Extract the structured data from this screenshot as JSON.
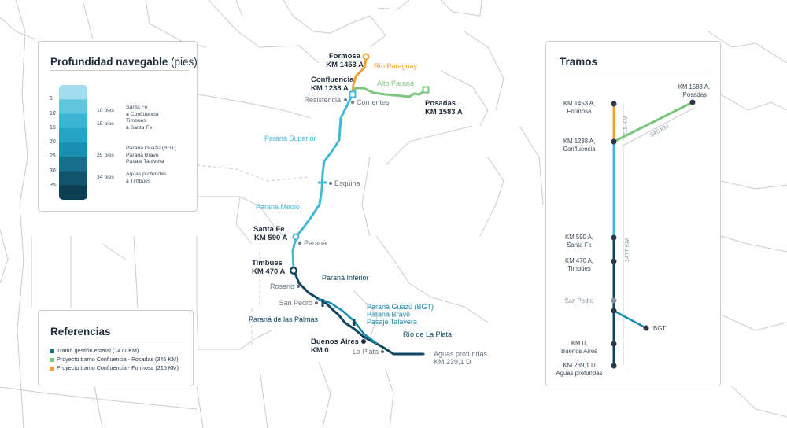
{
  "depth_legend": {
    "title": "Profundidad navegable",
    "title_unit": "(pies)",
    "scale": [
      "5",
      "10",
      "15",
      "20",
      "25",
      "30",
      "35"
    ],
    "colors": [
      "#a3dcec",
      "#5fc6dc",
      "#3cb4d4",
      "#25a4c6",
      "#1a8fb1",
      "#166f8d",
      "#12546d",
      "#0d3f54"
    ],
    "tiers": [
      {
        "depth": "10 pies",
        "lines": [
          "Santa Fe",
          "a Confluencia"
        ]
      },
      {
        "depth": "15 pies",
        "lines": [
          "Timbúes",
          "a Santa Fe"
        ]
      },
      {
        "depth": "25 pies",
        "lines": [
          "Paraná Guazú (BGT)",
          "Paraná Bravo",
          "Pasaje Talavera"
        ]
      },
      {
        "depth": "34 pies",
        "lines": [
          "Aguas profundas",
          "a Timbúes"
        ]
      }
    ]
  },
  "references": {
    "title": "Referencias",
    "items": [
      {
        "label": "Tramo gestión estatal (1477 KM)",
        "color": "#1d6f8f"
      },
      {
        "label": "Proyecto tramo Confluencia - Posadas (345 KM)",
        "color": "#7cc57f"
      },
      {
        "label": "Proyecto tramo Confluencia - Formosa (215 KM)",
        "color": "#f0a030"
      }
    ]
  },
  "map": {
    "colors": {
      "formosa": "#f0a030",
      "posadas": "#7cc57f",
      "superior": "#42b8d8",
      "inferior": "#0f4560",
      "guazu": "#1a8cb0",
      "border": "#c7cbd0"
    },
    "places": {
      "formosa": [
        "Formosa",
        "KM 1453 A"
      ],
      "confluencia": [
        "Confluencia",
        "KM 1238 A"
      ],
      "posadas": [
        "Posadas",
        "KM 1583 A"
      ],
      "santafe": [
        "Santa Fe",
        "KM 590 A"
      ],
      "timbues": [
        "Timbúes",
        "KM 470 A"
      ],
      "buenosaires": [
        "Buenos Aires",
        "KM 0"
      ]
    },
    "rivers": {
      "paraguay": "Río Paraguay",
      "alto": "Alto Paraná",
      "superior": "Paraná Superior",
      "medio": "Paraná Medio",
      "inferior": "Paraná Inferior",
      "guazu": [
        "Paraná Guazú (BGT)",
        "Paraná Bravo",
        "Pasaje Talavera"
      ],
      "palmas": "Paraná de las Palmas",
      "plata": "Río de La Plata"
    },
    "cities": {
      "resistencia": "Resistencia",
      "corrientes": "Corrientes",
      "esquina": "Esquina",
      "parana": "Paraná",
      "rosario": "Rosario",
      "sanpedro": "San Pedro",
      "laplata": "La Plata"
    },
    "deep": [
      "Aguas profundas",
      "KM 239,1 D"
    ]
  },
  "tramos": {
    "title": "Tramos",
    "nodes": {
      "posadas": [
        "KM 1583 A,",
        "Posadas"
      ],
      "formosa": [
        "KM 1453 A,",
        "Formosa"
      ],
      "confluencia": [
        "KM 1238 A,",
        "Confluencia"
      ],
      "santafe": [
        "KM 590 A,",
        "Santa Fe"
      ],
      "timbues": [
        "KM 470 A,",
        "Timbúes"
      ],
      "sanpedro": [
        "San Pedro"
      ],
      "bgt": [
        "BGT"
      ],
      "buenosaires": [
        "KM 0,",
        "Buenos Aires"
      ],
      "deep": [
        "KM 239,1 D",
        "Aguas profundas"
      ]
    },
    "distances": {
      "formosa": "215 KM",
      "posadas": "345 KM",
      "main": "1477 KM"
    }
  }
}
